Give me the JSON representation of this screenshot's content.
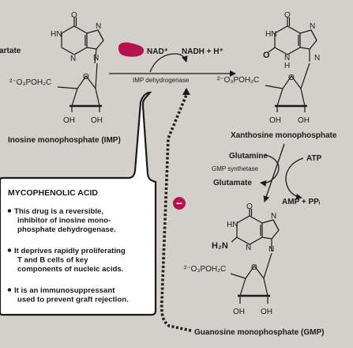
{
  "colors": {
    "background": "#d3d0cb",
    "panel": "#ffffff",
    "inhibitor": "#b5124f",
    "dots": "#222222",
    "line": "#1a1a1a"
  },
  "labels": {
    "aspartate": "partate",
    "nad": "NAD⁺",
    "nadh": "NADH + H⁺",
    "enzyme_imp": "IMP dehydrogenase",
    "imp": "Inosine monophosphate (IMP)",
    "xmp": "Xanthosine monophosphate",
    "glutamine": "Glutamine",
    "atp": "ATP",
    "gmp_synthetase": "GMP synthetase",
    "glutamate": "Glutamate",
    "amp_ppi": "AMP + PPᵢ",
    "gmp": "Guanosine monophosphate (GMP)",
    "inhibit_sign": "−"
  },
  "atoms": {
    "O": "O",
    "N": "N",
    "HN": "HN",
    "H": "H",
    "OH": "OH",
    "H2N": "H₂N",
    "phosphate": "²⁻O₃POH₂C"
  },
  "note": {
    "title": "MYCOPHENOLIC ACID",
    "bullets": [
      [
        "This drug is a reversible,",
        "inhibitor of inosine mono-",
        "phosphate dehydrogenase."
      ],
      [
        "It deprives rapidly proliferating",
        "T and B cells of key",
        "components of nucleic acids."
      ],
      [
        "It is an immunosuppressant",
        "used to prevent graft rejection."
      ]
    ]
  }
}
